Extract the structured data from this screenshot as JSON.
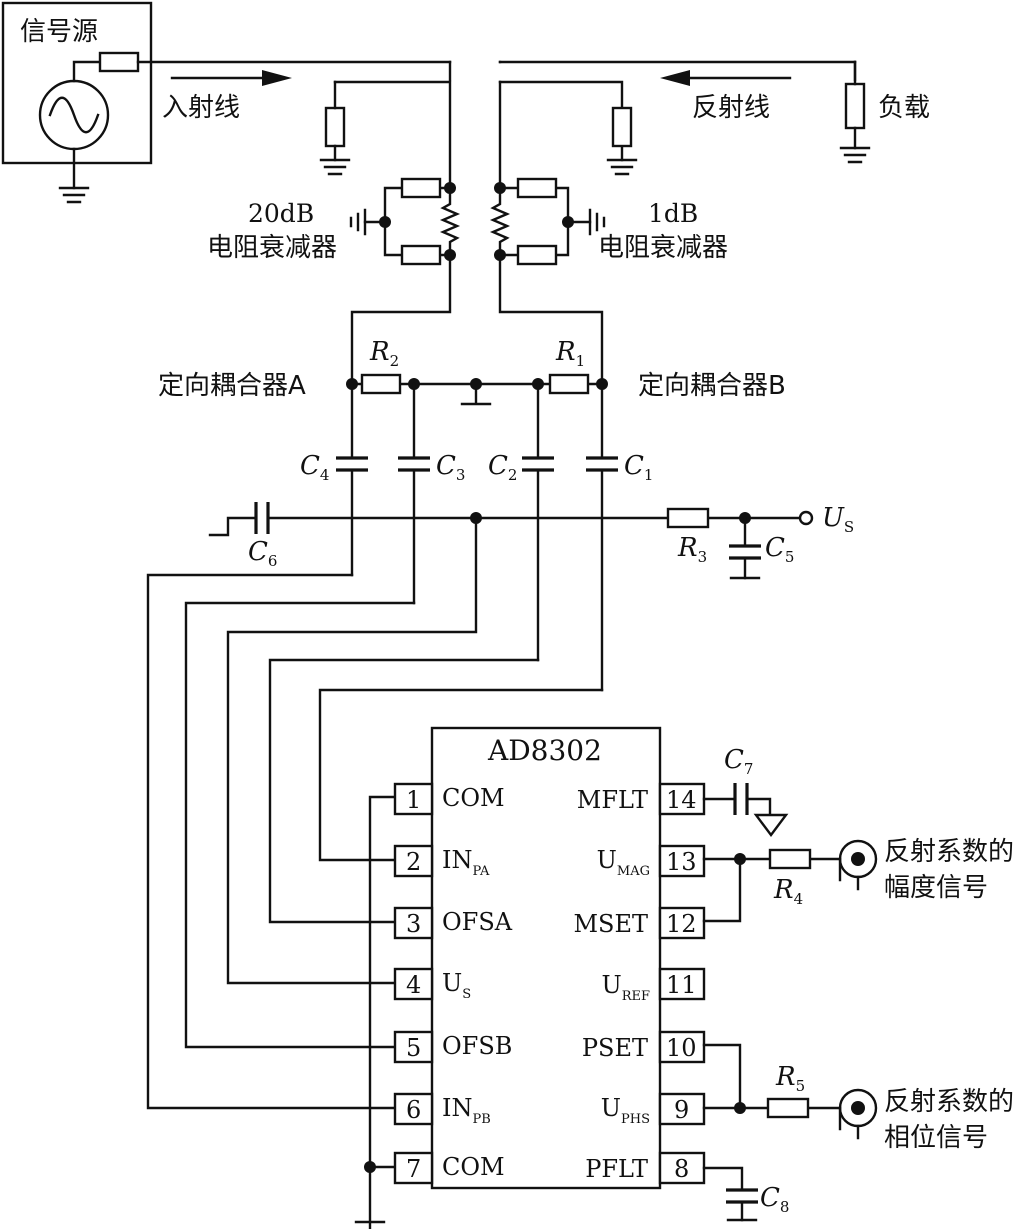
{
  "labels": {
    "signal_source": "信号源",
    "incident_line": "入射线",
    "reflected_line": "反射线",
    "load": "负载",
    "att_a_value": "20dB",
    "att_a_name": "电阻衰减器",
    "att_b_value": "1dB",
    "att_b_name": "电阻衰减器",
    "coupler_a": "定向耦合器A",
    "coupler_b": "定向耦合器B",
    "mag_out_line1": "反射系数的",
    "mag_out_line2": "幅度信号",
    "phs_out_line1": "反射系数的",
    "phs_out_line2": "相位信号"
  },
  "components": {
    "R1": {
      "sym": "R",
      "sub": "1"
    },
    "R2": {
      "sym": "R",
      "sub": "2"
    },
    "R3": {
      "sym": "R",
      "sub": "3"
    },
    "R4": {
      "sym": "R",
      "sub": "4"
    },
    "R5": {
      "sym": "R",
      "sub": "5"
    },
    "C1": {
      "sym": "C",
      "sub": "1"
    },
    "C2": {
      "sym": "C",
      "sub": "2"
    },
    "C3": {
      "sym": "C",
      "sub": "3"
    },
    "C4": {
      "sym": "C",
      "sub": "4"
    },
    "C5": {
      "sym": "C",
      "sub": "5"
    },
    "C6": {
      "sym": "C",
      "sub": "6"
    },
    "C7": {
      "sym": "C",
      "sub": "7"
    },
    "C8": {
      "sym": "C",
      "sub": "8"
    },
    "US": {
      "sym": "U",
      "sub": "S"
    }
  },
  "chip": {
    "name": "AD8302",
    "left_pins": [
      {
        "num": "1",
        "name": "COM",
        "sub": ""
      },
      {
        "num": "2",
        "name": "IN",
        "sub": "PA"
      },
      {
        "num": "3",
        "name": "OFSA",
        "sub": ""
      },
      {
        "num": "4",
        "name": "U",
        "sub": "S"
      },
      {
        "num": "5",
        "name": "OFSB",
        "sub": ""
      },
      {
        "num": "6",
        "name": "IN",
        "sub": "PB"
      },
      {
        "num": "7",
        "name": "COM",
        "sub": ""
      }
    ],
    "right_pins": [
      {
        "num": "14",
        "name": "MFLT",
        "sub": ""
      },
      {
        "num": "13",
        "name": "U",
        "sub": "MAG"
      },
      {
        "num": "12",
        "name": "MSET",
        "sub": ""
      },
      {
        "num": "11",
        "name": "U",
        "sub": "REF"
      },
      {
        "num": "10",
        "name": "PSET",
        "sub": ""
      },
      {
        "num": "9",
        "name": "U",
        "sub": "PHS"
      },
      {
        "num": "8",
        "name": "PFLT",
        "sub": ""
      }
    ]
  }
}
